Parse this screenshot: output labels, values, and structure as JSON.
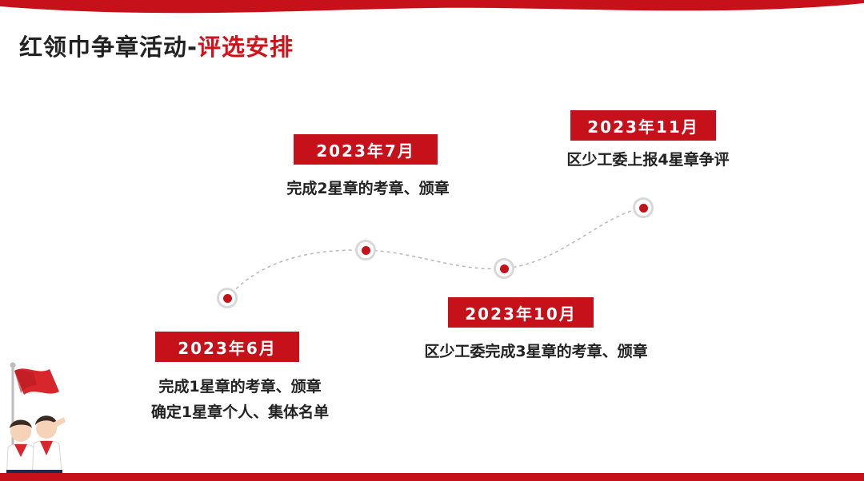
{
  "title": {
    "main": "红领巾争章活动-",
    "accent": "评选安排"
  },
  "milestones": [
    {
      "date": "2023年6月",
      "lines": [
        "完成1星章的考章、颁章",
        "确定1星章个人、集体名单"
      ]
    },
    {
      "date": "2023年7月",
      "lines": [
        "完成2星章的考章、颁章"
      ]
    },
    {
      "date": "2023年10月",
      "lines": [
        "区少工委完成3星章的考章、颁章"
      ]
    },
    {
      "date": "2023年11月",
      "lines": [
        "区少工委上报4星章争评"
      ]
    }
  ],
  "colors": {
    "accent": "#c6111b",
    "text": "#222222",
    "dash": "#bbbbbb",
    "ring": "#d8d8d8"
  }
}
